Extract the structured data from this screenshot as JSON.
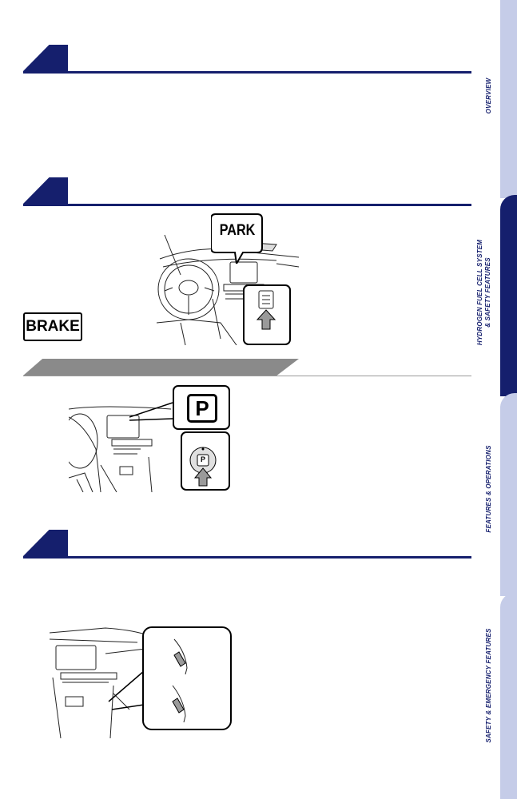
{
  "sections": [
    {
      "id": "s1"
    },
    {
      "id": "s2"
    },
    {
      "id": "s3"
    }
  ],
  "figures": {
    "park_callout": "PARK",
    "brake_label": "BRAKE",
    "p_button_callout": "P",
    "p_button_small": "P"
  },
  "side_tabs": [
    {
      "label": "OVERVIEW",
      "active": false
    },
    {
      "label": "HYDROGEN FUEL CELL SYSTEM",
      "label2": "& SAFETY FEATURES",
      "active": true
    },
    {
      "label": "FEATURES & OPERATIONS",
      "active": false
    },
    {
      "label": "SAFETY & EMERGENCY FEATURES",
      "active": false
    }
  ],
  "colors": {
    "navy": "#151f6d",
    "tab_light": "#c5cce8",
    "gray_bar": "#8a8a8a"
  }
}
